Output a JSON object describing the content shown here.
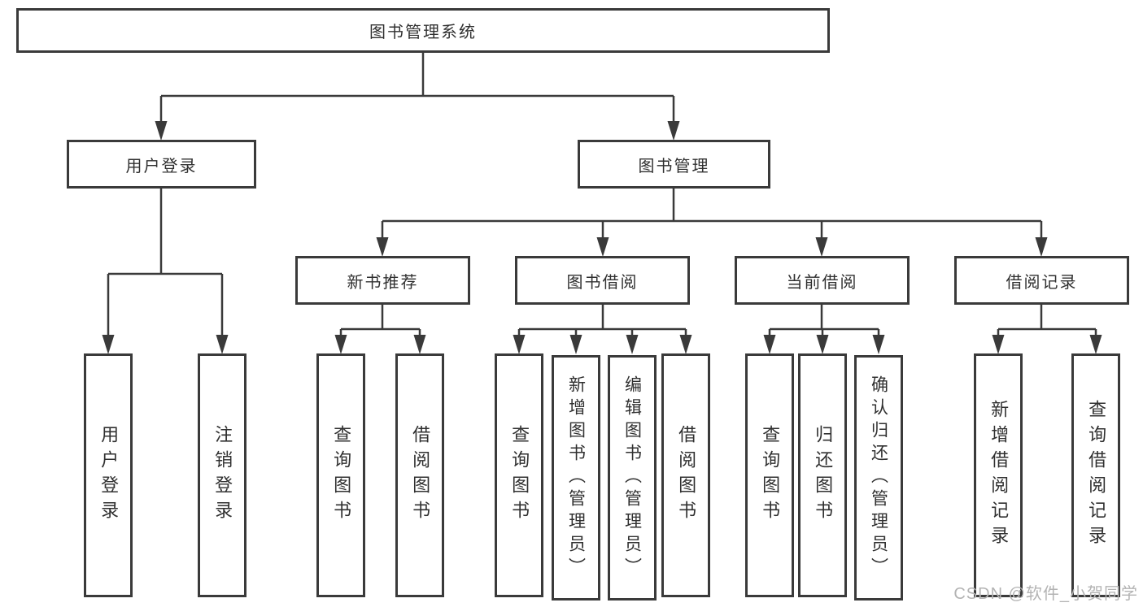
{
  "diagram": {
    "root": {
      "label": "图书管理系统"
    },
    "branches": [
      {
        "label": "用户登录",
        "children": [
          {
            "label": "用户登录"
          },
          {
            "label": "注销登录"
          }
        ]
      },
      {
        "label": "图书管理",
        "groups": [
          {
            "label": "新书推荐",
            "children": [
              {
                "label": "查询图书"
              },
              {
                "label": "借阅图书"
              }
            ]
          },
          {
            "label": "图书借阅",
            "children": [
              {
                "label": "查询图书"
              },
              {
                "label": "新增图书（管理员）"
              },
              {
                "label": "编辑图书（管理员）"
              },
              {
                "label": "借阅图书"
              }
            ]
          },
          {
            "label": "当前借阅",
            "children": [
              {
                "label": "查询图书"
              },
              {
                "label": "归还图书"
              },
              {
                "label": "确认归还（管理员）"
              }
            ]
          },
          {
            "label": "借阅记录",
            "children": [
              {
                "label": "新增借阅记录"
              },
              {
                "label": "查询借阅记录"
              }
            ]
          }
        ]
      }
    ]
  },
  "watermark": "CSDN @软件_小贺同学",
  "colors": {
    "line": "#3a3a3a",
    "text": "#303030",
    "watermark": "#b3b3b3",
    "background": "#ffffff"
  }
}
